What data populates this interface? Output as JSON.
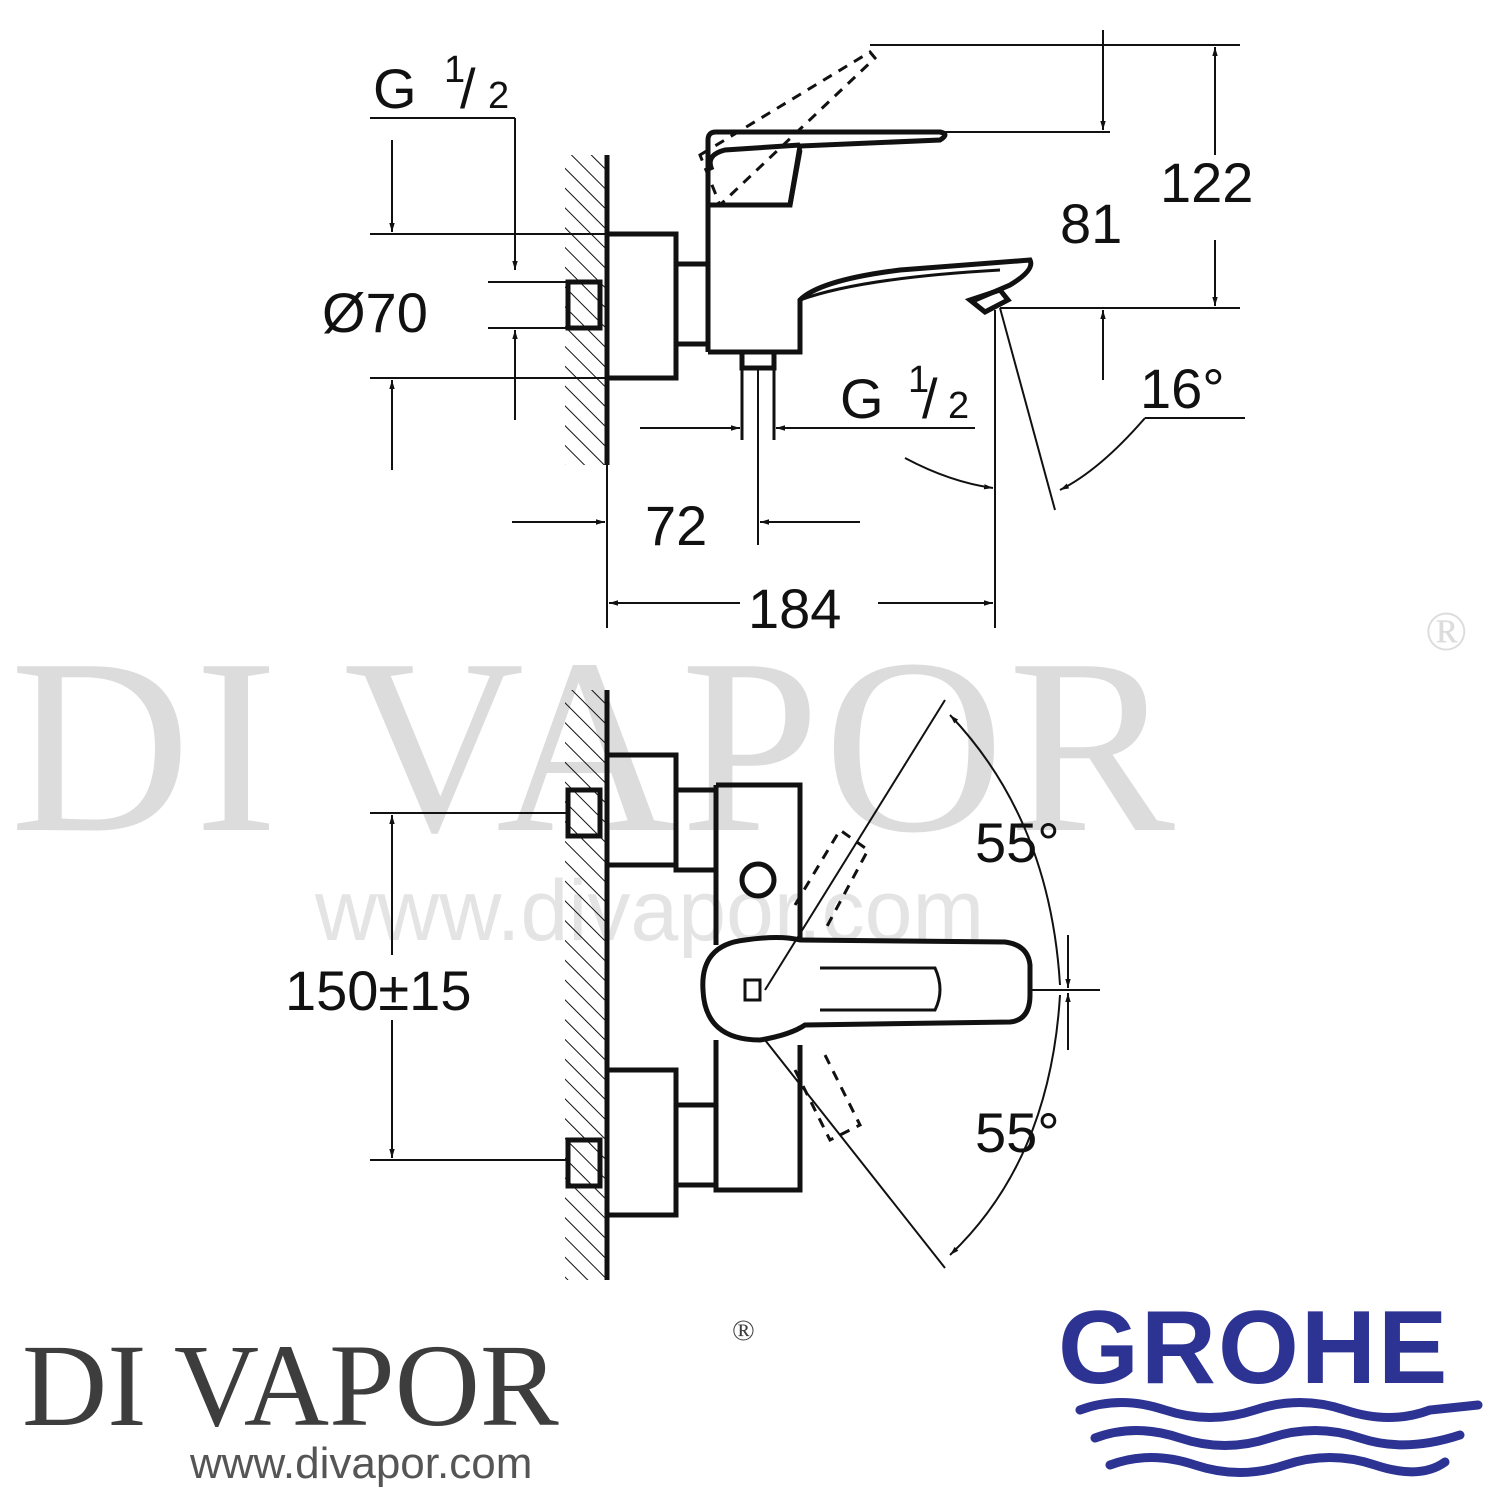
{
  "watermark": {
    "brand": "DI VAPOR",
    "registered": "®",
    "url": "www.divapor.com"
  },
  "dimensions": {
    "inlet_thread_top": "G",
    "inlet_thread_top_frac_num": "1",
    "inlet_thread_top_frac_den": "2",
    "escutcheon_diameter": "Ø70",
    "outlet_thread": "G",
    "outlet_thread_frac_num": "1",
    "outlet_thread_frac_den": "2",
    "total_height": "122",
    "spout_height": "81",
    "spout_angle": "16°",
    "wall_to_outlet": "72",
    "total_projection": "184",
    "centres": "150±15",
    "lever_angle_up": "55°",
    "lever_angle_down": "55°"
  },
  "branding": {
    "divapor_logo": "DI VAPOR",
    "divapor_registered": "®",
    "divapor_url": "www.divapor.com",
    "grohe_logo": "GROHE",
    "grohe_color": "#2c3393"
  }
}
